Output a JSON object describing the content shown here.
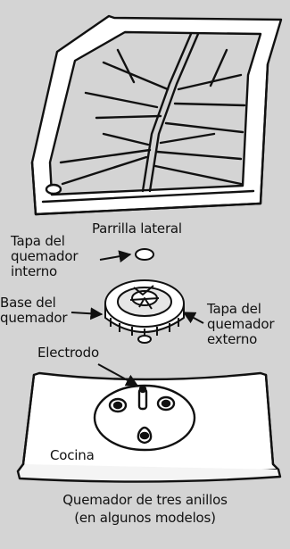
{
  "labels": {
    "side_grate": "Parrilla lateral",
    "inner_cap": "Tapa del\nquemador\ninterno",
    "burner_base": "Base del\nquemador",
    "outer_cap": "Tapa del\nquemador\nexterno",
    "electrode": "Electrodo",
    "cooktop": "Cocina"
  },
  "caption": {
    "line1": "Quemador de tres anillos",
    "line2": "(en algunos modelos)"
  }
}
